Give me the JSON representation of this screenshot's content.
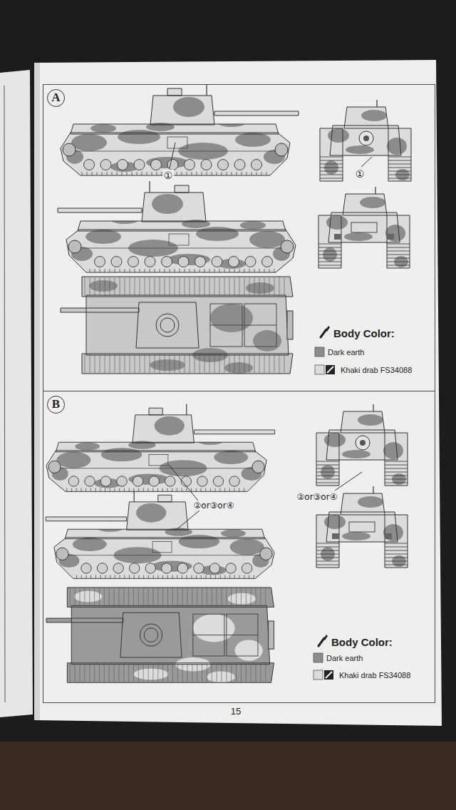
{
  "diagram": {
    "nodes": [
      {
        "text": [
          "A"
        ]
      },
      {
        "text": [
          "B"
        ]
      }
    ],
    "labels": [
      "①",
      "①",
      "Body Color:",
      "②or③or④",
      "②or③or④",
      "Body Color:",
      "15"
    ],
    "legend": [
      {
        "text": "Dark earth",
        "color": "#8c8c8c"
      },
      {
        "text": "Khaki drab FS34088",
        "color": "#dcdcdc"
      },
      {
        "text": "Dark earth",
        "color": "#8c8c8c"
      },
      {
        "text": "Khaki drab FS34088",
        "color": "#dcdcdc"
      }
    ]
  }
}
